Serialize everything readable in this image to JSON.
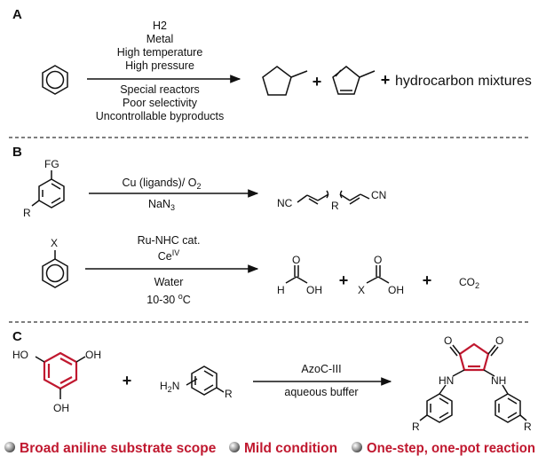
{
  "panels": {
    "a": {
      "label": "A",
      "conditions_above": [
        "H2",
        "Metal",
        "High temperature",
        "High pressure"
      ],
      "conditions_below": [
        "Special reactors",
        "Poor selectivity",
        "Uncontrollable byproducts"
      ],
      "products_text": "hydrocarbon mixtures"
    },
    "b": {
      "label": "B",
      "row1": {
        "substituent_top": "FG",
        "substituent_ring": "R",
        "cond_above_main": "Cu (ligands)/ O",
        "cond_above_sub": "2",
        "cond_below": "NaN",
        "cond_below_sub": "3",
        "product_left": "NC",
        "product_right": "CN",
        "product_r": "R"
      },
      "row2": {
        "substituent": "X",
        "cond1": "Ru-NHC cat.",
        "cond2_main": "Ce",
        "cond2_sup": "IV",
        "cond3": "Water",
        "cond4_main": "10-30 ",
        "cond4_sup": "o",
        "cond4_end": "C",
        "p1_h": "H",
        "p1_o": "O",
        "p1_oh": "OH",
        "p2_x": "X",
        "p2_o": "O",
        "p2_oh": "OH",
        "p3_main": "CO",
        "p3_sub": "2"
      }
    },
    "c": {
      "label": "C",
      "oh": "OH",
      "ho": "HO",
      "amine_main": "H",
      "amine_sub": "2",
      "amine_n": "N",
      "r": "R",
      "cond_above": "AzoC-III",
      "cond_below": "aqueous buffer",
      "o": "O",
      "hn": "HN",
      "nh": "NH"
    }
  },
  "plus": "+",
  "features": [
    "Broad aniline substrate scope",
    "Mild condition",
    "One-step, one-pot reaction"
  ],
  "colors": {
    "accent": "#c0182f",
    "text": "#111111",
    "divider": "#333333"
  }
}
